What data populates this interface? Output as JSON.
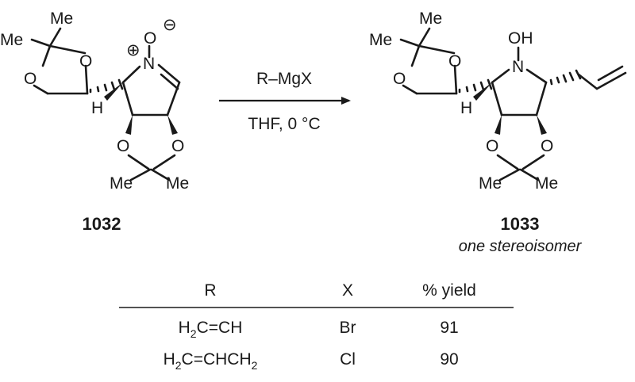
{
  "reactant": {
    "id": "1032",
    "atoms": {
      "me_top": "Me",
      "me_left": "Me",
      "o_diox_top": "O",
      "o_diox_left": "O",
      "n": "N",
      "n_charge": "⊕",
      "o_oxide": "O",
      "o_charge": "⊖",
      "h": "H",
      "o_acet_left": "O",
      "o_acet_right": "O",
      "me_bottom_left": "Me",
      "me_bottom_right": "Me"
    }
  },
  "conditions": {
    "reagent": "R–MgX",
    "solvent": "THF, 0 °C"
  },
  "product": {
    "id": "1033",
    "note": "one stereoisomer",
    "atoms": {
      "me_top": "Me",
      "me_left": "Me",
      "o_diox_top": "O",
      "o_diox_left": "O",
      "oh": "OH",
      "n": "N",
      "h": "H",
      "o_acet_left": "O",
      "o_acet_right": "O",
      "me_bottom_left": "Me",
      "me_bottom_right": "Me"
    }
  },
  "table": {
    "headers": [
      "R",
      "X",
      "% yield"
    ],
    "rows": [
      {
        "r_main": "H",
        "r_sub": "2",
        "r_rest": "C=CH",
        "x": "Br",
        "yield": "91"
      },
      {
        "r_main": "H",
        "r_sub": "2",
        "r_rest": "C=CHCH",
        "r_sub2": "2",
        "x": "Cl",
        "yield": "90"
      }
    ]
  }
}
